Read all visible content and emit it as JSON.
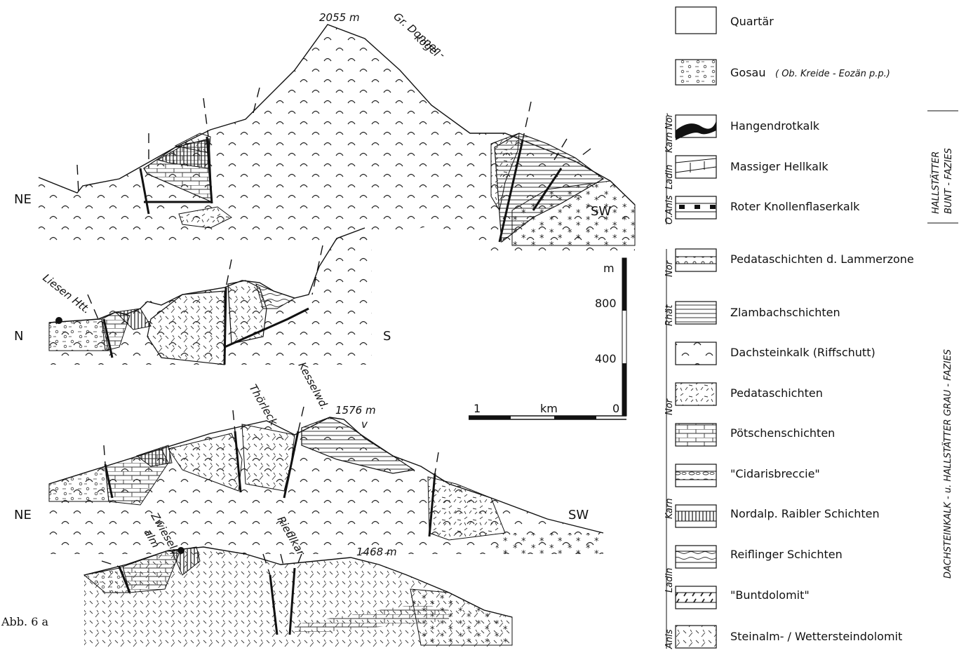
{
  "figure_label": "Abb. 6 a",
  "profiles": {
    "p1": {
      "left": "NE",
      "right": "SW",
      "peak_height": "2055 m",
      "peak_name_1": "Gr. Donner -",
      "peak_name_2": "kogel"
    },
    "p2": {
      "left": "N",
      "right": "S",
      "hut": "Liesen Htt."
    },
    "p3": {
      "left": "NE",
      "right": "SW",
      "name_1": "Thörleck",
      "name_2": "Kesselwd.",
      "height": "1576 m",
      "mark": "v"
    },
    "p4": {
      "name_1": "Zwiesel-",
      "name_2": "alm",
      "name_3": "Riedlkar",
      "height": "1468 m"
    }
  },
  "scale": {
    "unit_v": "m",
    "v_800": "800",
    "v_400": "400",
    "h_1": "1",
    "h_unit": "km",
    "h_0": "0"
  },
  "legend": {
    "items": [
      {
        "label": "Quartär",
        "note": ""
      },
      {
        "label": "Gosau",
        "note": "( Ob. Kreide - Eozän p.p.)"
      },
      {
        "label": "Hangendrotkalk",
        "note": ""
      },
      {
        "label": "Massiger Hellkalk",
        "note": ""
      },
      {
        "label": "Roter Knollenflaserkalk",
        "note": ""
      },
      {
        "label": "Pedataschichten d. Lammerzone",
        "note": ""
      },
      {
        "label": "Zlambachschichten",
        "note": ""
      },
      {
        "label": "Dachsteinkalk (Riffschutt)",
        "note": ""
      },
      {
        "label": "Pedataschichten",
        "note": ""
      },
      {
        "label": "Pötschenschichten",
        "note": ""
      },
      {
        "label": "\"Cidarisbreccie\"",
        "note": ""
      },
      {
        "label": "Nordalp. Raibler Schichten",
        "note": ""
      },
      {
        "label": "Reiflinger Schichten",
        "note": ""
      },
      {
        "label": "\"Buntdolomit\"",
        "note": ""
      },
      {
        "label": "Steinalm- / Wettersteindolomit",
        "note": ""
      }
    ],
    "stages_upper": [
      "O.Anis",
      "Ladin",
      "Karn",
      "Nor"
    ],
    "stages_lower": [
      "Nor",
      "Rhät",
      "Nor",
      "Karn",
      "Ladin",
      "Anis"
    ],
    "group_1": [
      "HALLSTÄTTER",
      "BUNT - FAZIES"
    ],
    "group_2": [
      "DACHSTEINKALK -  u.  HALLSTÄTTER  GRAU - FAZIES"
    ]
  }
}
